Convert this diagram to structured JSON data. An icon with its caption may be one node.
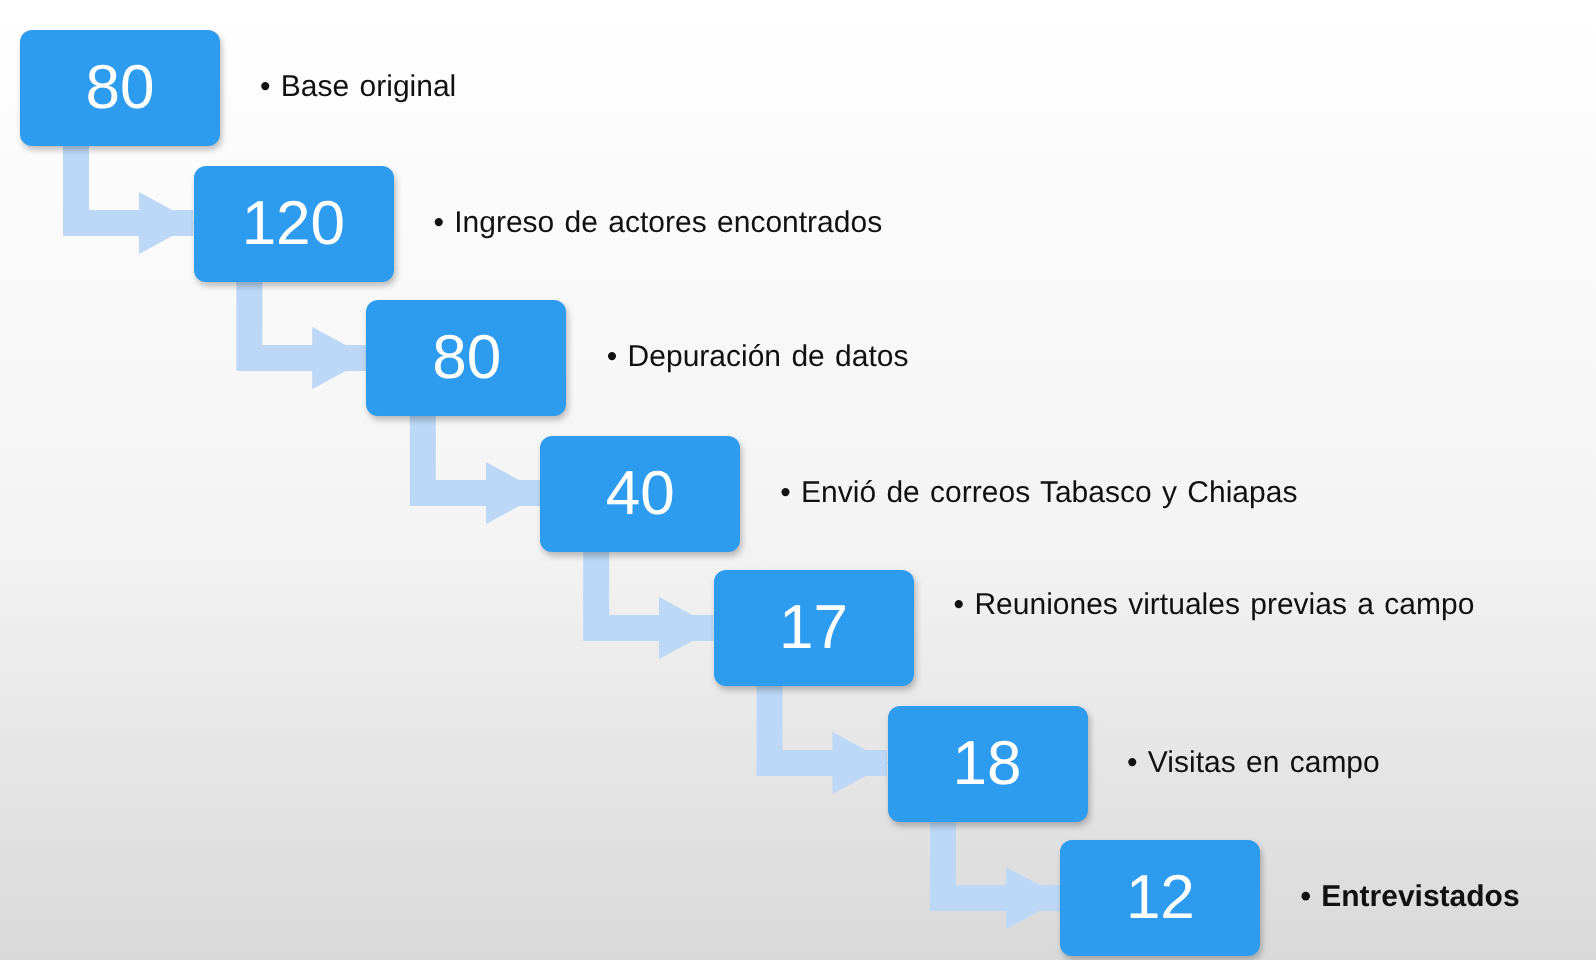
{
  "diagram": {
    "nodes": [
      {
        "text": [
          "80"
        ],
        "beside": [
          "• Base original"
        ]
      },
      {
        "text": [
          "120"
        ],
        "beside": [
          "• Ingreso de actores encontrados"
        ]
      },
      {
        "text": [
          "80"
        ],
        "beside": [
          "• Depuración de datos"
        ]
      },
      {
        "text": [
          "40"
        ],
        "beside": [
          "• Envió de correos Tabasco y Chiapas"
        ]
      },
      {
        "text": [
          "17"
        ],
        "beside": [
          "• Reuniones virtuales previas a campo"
        ]
      },
      {
        "text": [
          "18"
        ],
        "beside": [
          "• Visitas en campo"
        ]
      },
      {
        "text": [
          "12"
        ],
        "beside": [
          "• Entrevistados"
        ]
      }
    ],
    "edges": [
      {
        "from": 0,
        "to": 1,
        "arrow": "to"
      },
      {
        "from": 1,
        "to": 2,
        "arrow": "to"
      },
      {
        "from": 2,
        "to": 3,
        "arrow": "to"
      },
      {
        "from": 3,
        "to": 4,
        "arrow": "to"
      },
      {
        "from": 4,
        "to": 5,
        "arrow": "to"
      },
      {
        "from": 5,
        "to": 6,
        "arrow": "to"
      }
    ]
  }
}
